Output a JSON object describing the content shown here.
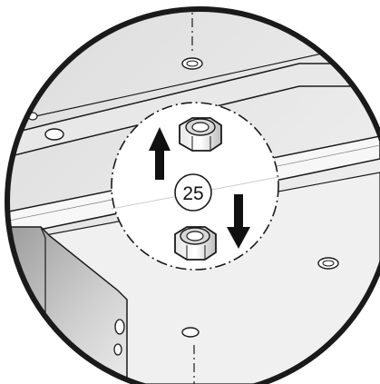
{
  "diagram": {
    "step_number": "25",
    "palette": {
      "outline": "#1a1a1a",
      "panel_light": "#f2f2f2",
      "panel_mid": "#d9d9d9",
      "panel_dark": "#a9a9a9",
      "detail_fill": "#ffffff",
      "arrow": "#111111"
    },
    "callouts": [
      {
        "icon": "up-arrow-icon",
        "meaning": "upper"
      },
      {
        "icon": "down-arrow-icon",
        "meaning": "lower"
      }
    ]
  }
}
